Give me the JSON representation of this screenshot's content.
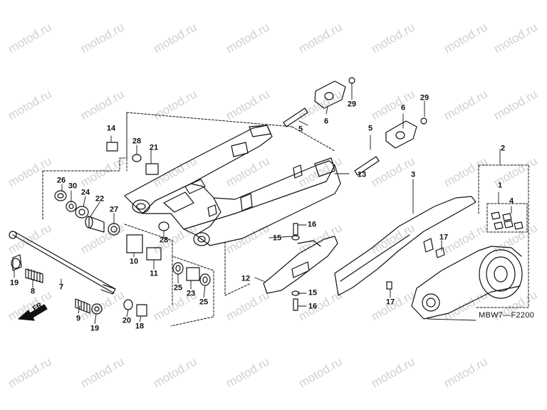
{
  "watermark": "motod.ru",
  "diagram_code": "MBW7—F2200",
  "direction_label": "FR",
  "callouts": {
    "c1": "1",
    "c2": "2",
    "c3": "3",
    "c4": "4",
    "c5a": "5",
    "c5b": "5",
    "c6a": "6",
    "c6b": "6",
    "c7": "7",
    "c8": "8",
    "c9": "9",
    "c10": "10",
    "c11": "11",
    "c12": "12",
    "c13": "13",
    "c14": "14",
    "c15a": "15",
    "c15b": "15",
    "c16a": "16",
    "c16b": "16",
    "c17a": "17",
    "c17b": "17",
    "c18": "18",
    "c19a": "19",
    "c19b": "19",
    "c20": "20",
    "c21": "21",
    "c22": "22",
    "c23": "23",
    "c24": "24",
    "c25a": "25",
    "c25b": "25",
    "c26": "26",
    "c27": "27",
    "c28a": "28",
    "c28b": "28",
    "c29a": "29",
    "c29b": "29",
    "c30": "30"
  }
}
